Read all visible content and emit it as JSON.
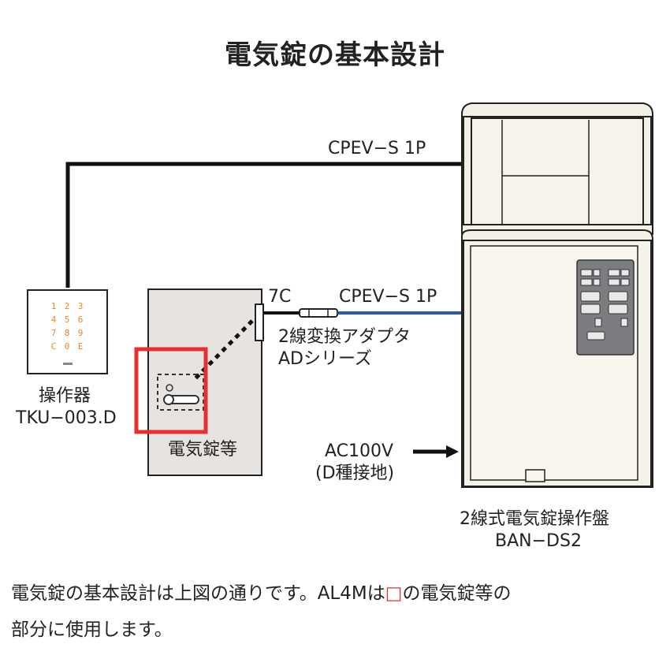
{
  "title": "電気錠の基本設計",
  "cables": {
    "top": "CPEV−S 1P",
    "middle": "CPEV−S 1P",
    "connector": "7C"
  },
  "adapter": {
    "line1": "2線変換アダプタ",
    "line2": "ADシリーズ"
  },
  "keypad": {
    "name": "操作器",
    "model": "TKU−003.D",
    "keys": [
      "1",
      "2",
      "3",
      "4",
      "5",
      "6",
      "7",
      "8",
      "9",
      "C",
      "0",
      "E"
    ]
  },
  "door_label": "電気錠等",
  "power": {
    "line1": "AC100V",
    "line2": "(D種接地)"
  },
  "panel": {
    "name": "2線式電気錠操作盤",
    "model": "BAN−DS2"
  },
  "caption": {
    "part1": "電気錠の基本設計は上図の通りです。AL4Mは",
    "square": "□",
    "part2": "の電気錠等の",
    "line2": "部分に使用します。"
  },
  "colors": {
    "highlight": "#e53030",
    "blue_cable": "#2a5caa",
    "keypad_digits": "#e8862a",
    "door_fill": "#e7e3e1",
    "panel_fill": "#f3f1e6"
  }
}
